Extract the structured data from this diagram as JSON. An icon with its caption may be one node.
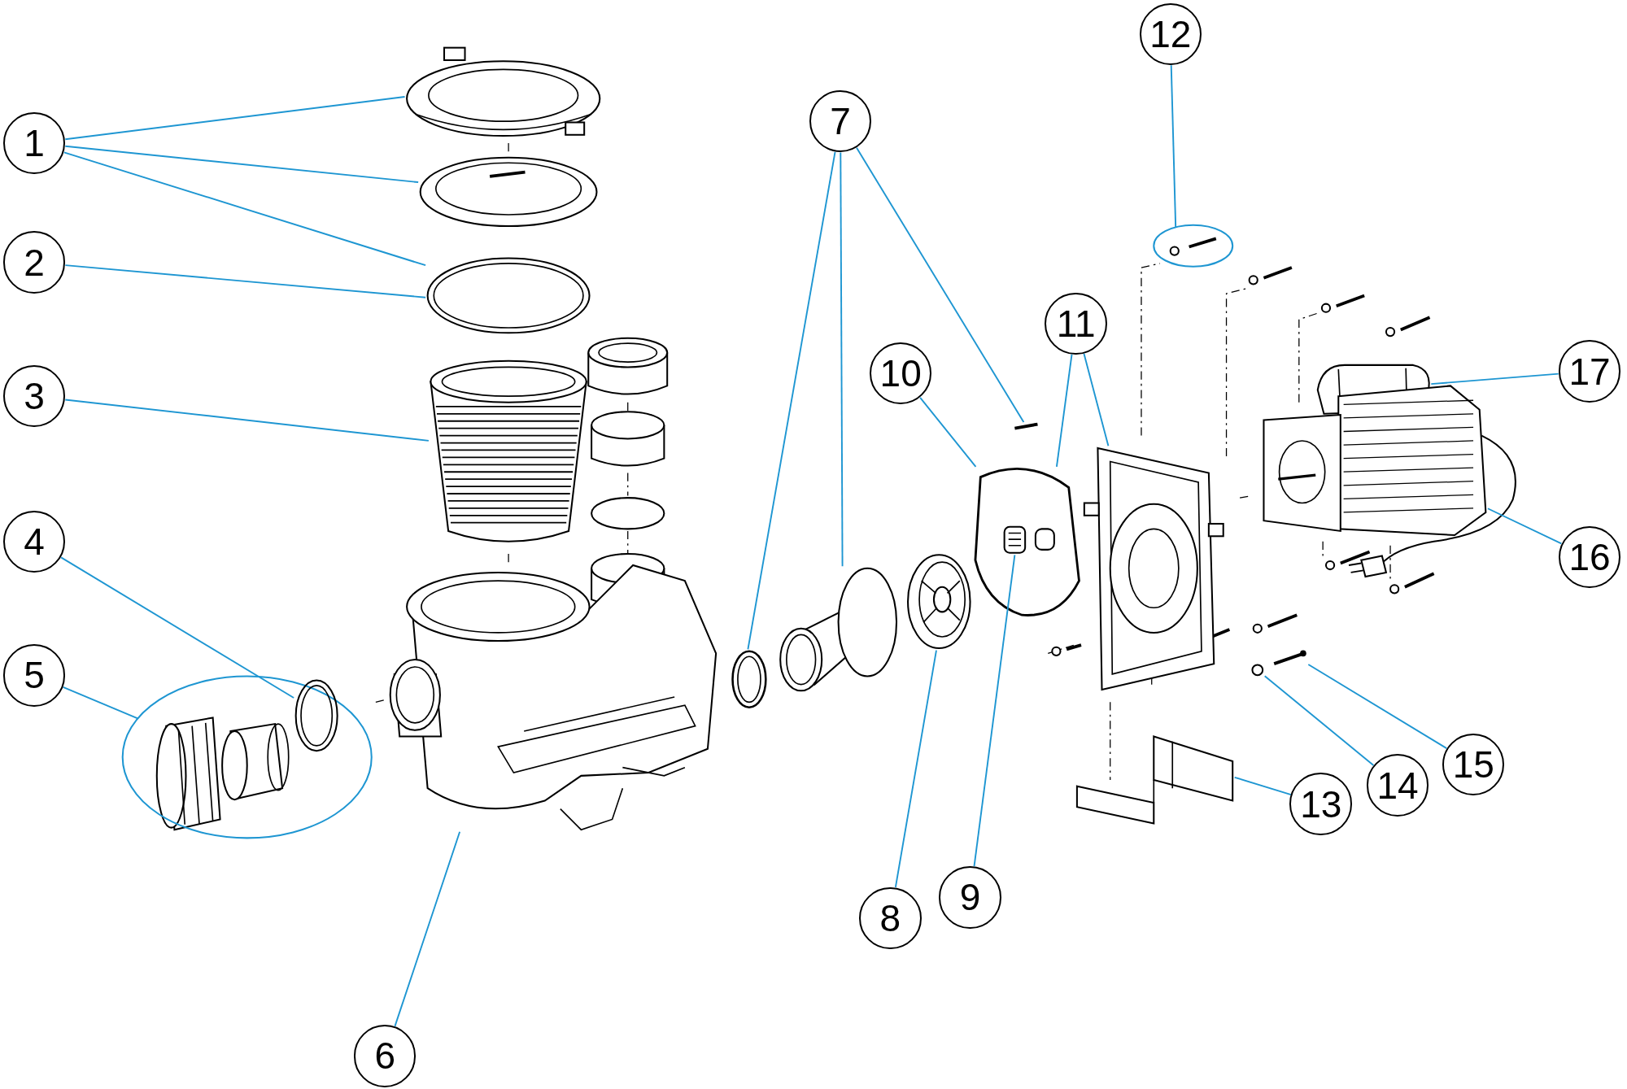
{
  "diagram": {
    "nodes": [
      {
        "text": [
          "1"
        ]
      },
      {
        "text": [
          "2"
        ]
      },
      {
        "text": [
          "3"
        ]
      },
      {
        "text": [
          "4"
        ]
      },
      {
        "text": [
          "5"
        ]
      },
      {
        "text": [
          "6"
        ]
      },
      {
        "text": [
          "7"
        ]
      },
      {
        "text": [
          "8"
        ]
      },
      {
        "text": [
          "9"
        ]
      },
      {
        "text": [
          "10"
        ]
      },
      {
        "text": [
          "11"
        ]
      },
      {
        "text": [
          "12"
        ]
      },
      {
        "text": [
          "13"
        ]
      },
      {
        "text": [
          "14"
        ]
      },
      {
        "text": [
          "15"
        ]
      },
      {
        "text": [
          "16"
        ]
      },
      {
        "text": [
          "17"
        ]
      },
      {
        "text": [],
        "shape": "picture"
      },
      {
        "text": [],
        "shape": "picture"
      },
      {
        "text": [],
        "shape": "picture"
      },
      {
        "text": [],
        "shape": "picture"
      },
      {
        "text": [],
        "shape": "ellipse"
      },
      {
        "text": [],
        "shape": "picture",
        "in": 21
      },
      {
        "text": [],
        "shape": "picture"
      },
      {
        "text": [],
        "shape": "picture"
      },
      {
        "text": [],
        "shape": "picture"
      },
      {
        "text": [],
        "shape": "picture"
      },
      {
        "text": [],
        "shape": "picture"
      },
      {
        "text": [],
        "shape": "picture"
      },
      {
        "text": [],
        "shape": "picture",
        "in": 28
      },
      {
        "text": [],
        "shape": "picture"
      },
      {
        "text": [],
        "shape": "ellipse"
      },
      {
        "text": [],
        "shape": "picture"
      },
      {
        "text": [],
        "shape": "circle"
      },
      {
        "text": [],
        "shape": "picture"
      },
      {
        "text": [],
        "shape": "picture"
      },
      {
        "text": [],
        "shape": "picture"
      }
    ],
    "edges": [
      {
        "from": 0,
        "to": 17,
        "arrow": "none"
      },
      {
        "from": 0,
        "to": 18,
        "arrow": "none"
      },
      {
        "from": 0,
        "to": 19,
        "arrow": "none"
      },
      {
        "from": 1,
        "to": 19,
        "arrow": "none"
      },
      {
        "from": 2,
        "to": 20,
        "arrow": "none"
      },
      {
        "from": 3,
        "to": 22,
        "arrow": "none"
      },
      {
        "from": 4,
        "to": 21,
        "arrow": "none"
      },
      {
        "from": 5,
        "to": 23,
        "arrow": "none"
      },
      {
        "from": 6,
        "to": 24,
        "arrow": "none"
      },
      {
        "from": 6,
        "to": 25,
        "arrow": "none"
      },
      {
        "from": 6,
        "to": 26,
        "arrow": "none"
      },
      {
        "from": 7,
        "to": 27,
        "arrow": "none"
      },
      {
        "from": 8,
        "to": 29,
        "arrow": "none"
      },
      {
        "from": 9,
        "to": 28,
        "arrow": "none"
      },
      {
        "from": 10,
        "to": 28,
        "arrow": "none"
      },
      {
        "from": 10,
        "to": 30,
        "arrow": "none"
      },
      {
        "from": 11,
        "to": 31,
        "arrow": "none"
      },
      {
        "from": 12,
        "to": 32,
        "arrow": "none"
      },
      {
        "from": 13,
        "to": 33,
        "arrow": "none"
      },
      {
        "from": 14,
        "to": 34,
        "arrow": "none"
      },
      {
        "from": 15,
        "to": 36,
        "arrow": "none"
      },
      {
        "from": 16,
        "to": 35,
        "arrow": "none"
      }
    ]
  }
}
